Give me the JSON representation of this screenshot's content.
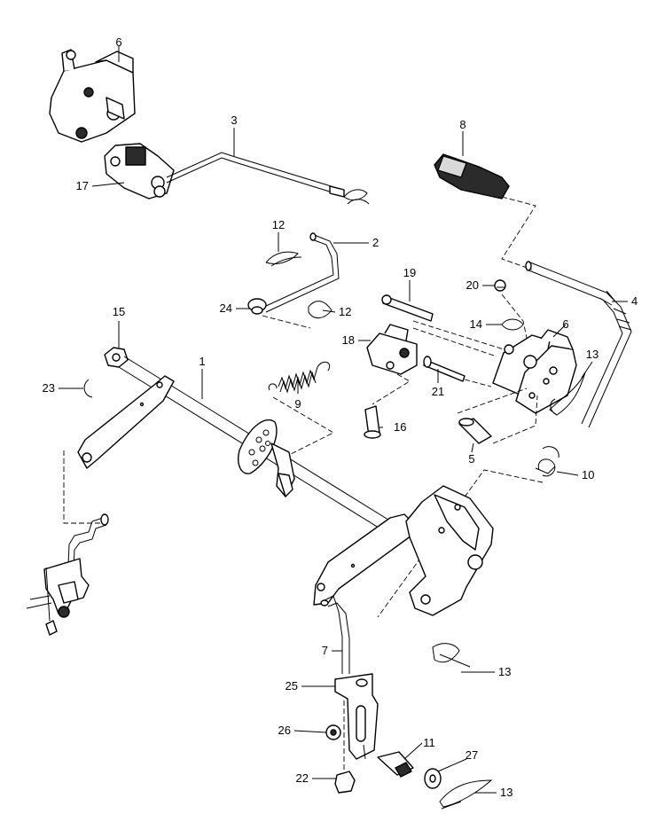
{
  "callouts": [
    {
      "id": "c1",
      "text": "1"
    },
    {
      "id": "c2",
      "text": "2"
    },
    {
      "id": "c3",
      "text": "3"
    },
    {
      "id": "c4",
      "text": "4"
    },
    {
      "id": "c5",
      "text": "5"
    },
    {
      "id": "c6a",
      "text": "6"
    },
    {
      "id": "c6b",
      "text": "6"
    },
    {
      "id": "c7",
      "text": "7"
    },
    {
      "id": "c8",
      "text": "8"
    },
    {
      "id": "c9",
      "text": "9"
    },
    {
      "id": "c10",
      "text": "10"
    },
    {
      "id": "c11",
      "text": "11"
    },
    {
      "id": "c12a",
      "text": "12"
    },
    {
      "id": "c12b",
      "text": "12"
    },
    {
      "id": "c13a",
      "text": "13"
    },
    {
      "id": "c13b",
      "text": "13"
    },
    {
      "id": "c13c",
      "text": "13"
    },
    {
      "id": "c14",
      "text": "14"
    },
    {
      "id": "c15",
      "text": "15"
    },
    {
      "id": "c16",
      "text": "16"
    },
    {
      "id": "c17",
      "text": "17"
    },
    {
      "id": "c18",
      "text": "18"
    },
    {
      "id": "c19",
      "text": "19"
    },
    {
      "id": "c20",
      "text": "20"
    },
    {
      "id": "c21",
      "text": "21"
    },
    {
      "id": "c22",
      "text": "22"
    },
    {
      "id": "c23",
      "text": "23"
    },
    {
      "id": "c24",
      "text": "24"
    },
    {
      "id": "c25",
      "text": "25"
    },
    {
      "id": "c26",
      "text": "26"
    },
    {
      "id": "c27",
      "text": "27"
    }
  ]
}
